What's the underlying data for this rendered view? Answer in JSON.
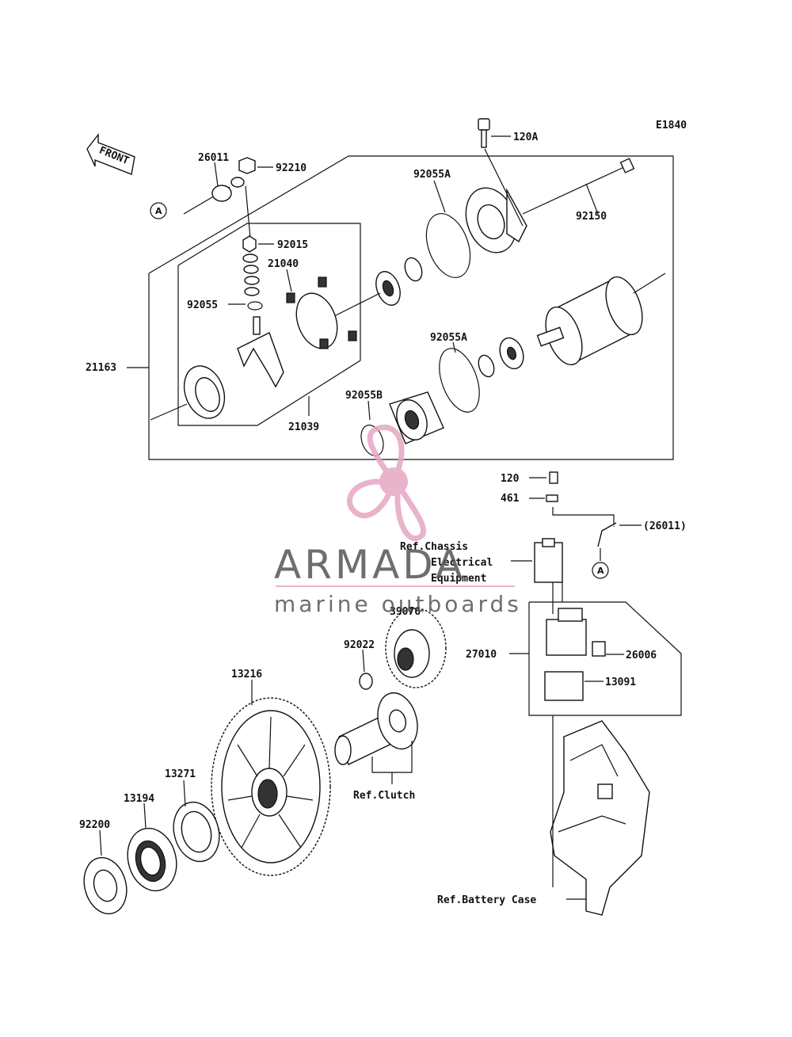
{
  "diagram_code": "E1840",
  "front_label": "FRONT",
  "callout_a": "A",
  "part_labels": {
    "p120A": "120A",
    "p26011": "26011",
    "p92210": "92210",
    "p92055A_top": "92055A",
    "p92150": "92150",
    "p92015": "92015",
    "p21040": "21040",
    "p92055": "92055",
    "p21163": "21163",
    "p92055A_mid": "92055A",
    "p92055B": "92055B",
    "p21039": "21039",
    "p120": "120",
    "p461": "461",
    "p26011_ref": "(26011)",
    "p39076": "39076",
    "p92022": "92022",
    "p27010": "27010",
    "p26006": "26006",
    "p13091": "13091",
    "p13216": "13216",
    "p13271": "13271",
    "p13194": "13194",
    "p92200": "92200"
  },
  "references": {
    "chassis_line1": "Ref.Chassis",
    "chassis_line2": "Electrical",
    "chassis_line3": "Equipment",
    "clutch": "Ref.Clutch",
    "battery": "Ref.Battery Case"
  },
  "watermark": {
    "brand": "ARMADA",
    "tagline": "marine outboards",
    "color_primary": "#e6a6c4",
    "color_text": "#555555"
  }
}
